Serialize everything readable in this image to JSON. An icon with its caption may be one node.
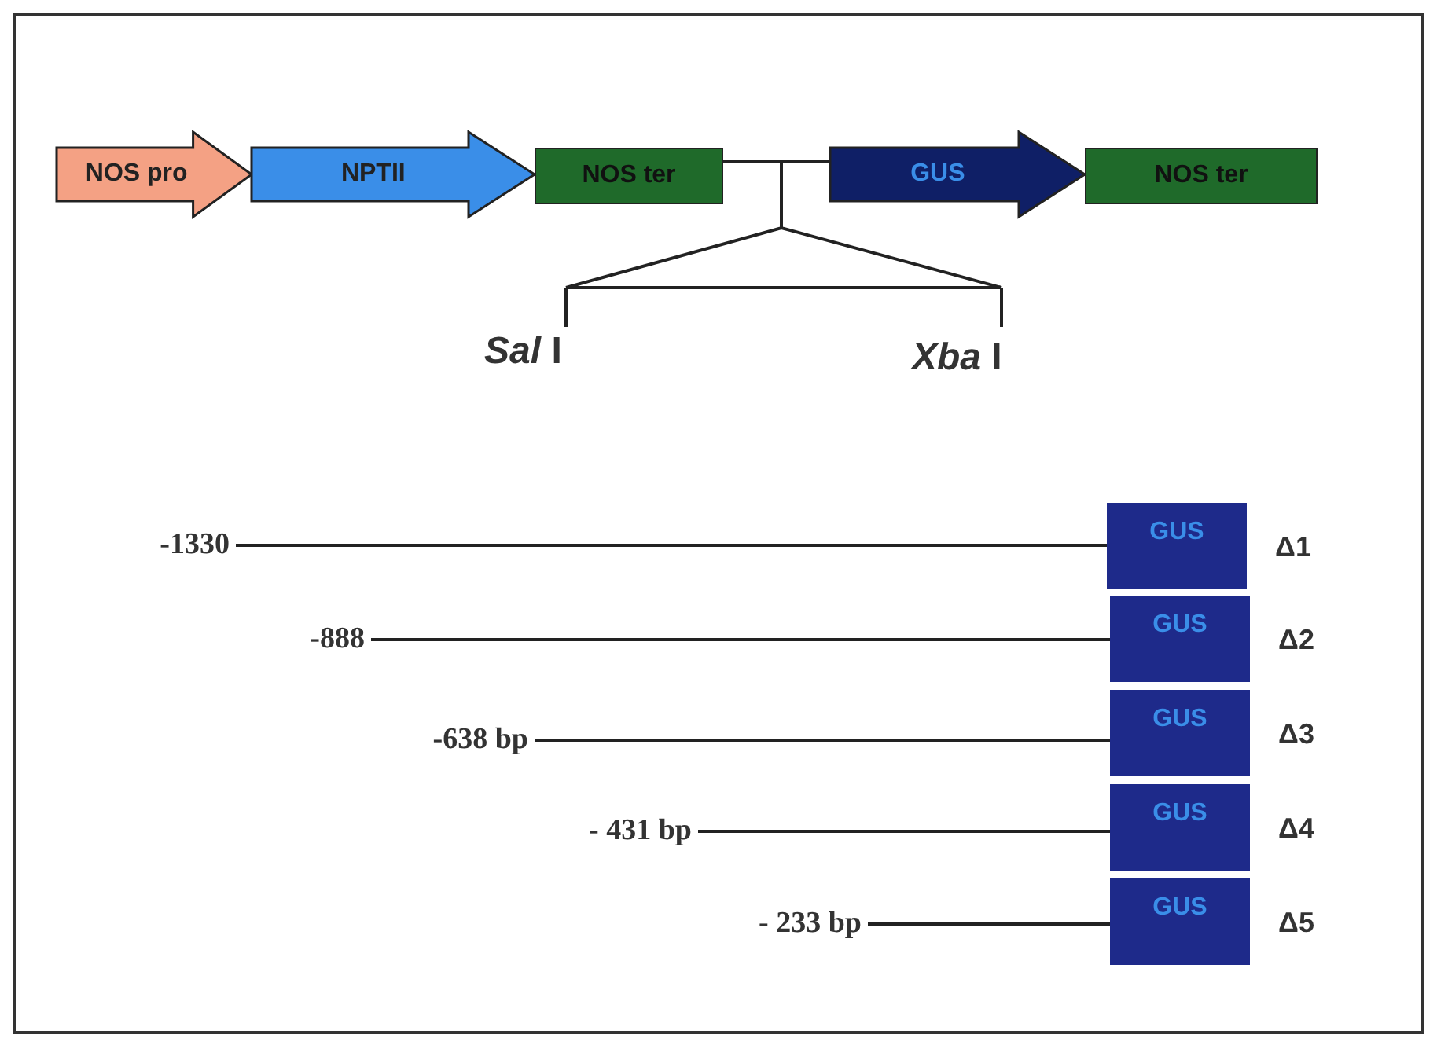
{
  "diagram": {
    "nodes": [
      {
        "text": [
          "NOS pro"
        ]
      },
      {
        "text": [
          "NPTII"
        ]
      },
      {
        "text": [
          "NOS ter"
        ]
      },
      {
        "text": [
          "GUS"
        ]
      },
      {
        "text": [
          "NOS ter"
        ]
      },
      {
        "text": [
          "-1330"
        ]
      },
      {
        "text": [
          "GUS"
        ],
        "beside": [
          "Δ1"
        ]
      },
      {
        "text": [
          "-888"
        ]
      },
      {
        "text": [
          "GUS"
        ],
        "beside": [
          "Δ2"
        ]
      },
      {
        "text": [
          "-638 bp"
        ]
      },
      {
        "text": [
          "GUS"
        ],
        "beside": [
          "Δ3"
        ]
      },
      {
        "text": [
          "- 431 bp"
        ]
      },
      {
        "text": [
          "GUS"
        ],
        "beside": [
          "Δ4"
        ]
      },
      {
        "text": [
          "- 233 bp"
        ]
      },
      {
        "text": [
          "GUS"
        ],
        "beside": [
          "Δ5"
        ]
      }
    ],
    "edges": [
      {
        "from": 2,
        "to": 3,
        "arrow": "none"
      },
      {
        "from": 5,
        "to": 6,
        "arrow": "none"
      },
      {
        "from": 7,
        "to": 8,
        "arrow": "none"
      },
      {
        "from": 9,
        "to": 10,
        "arrow": "none"
      },
      {
        "from": 11,
        "to": 12,
        "arrow": "none"
      },
      {
        "from": 13,
        "to": 14,
        "arrow": "none"
      }
    ],
    "labels": [
      "*Sal* I",
      "*Xba* I"
    ]
  }
}
